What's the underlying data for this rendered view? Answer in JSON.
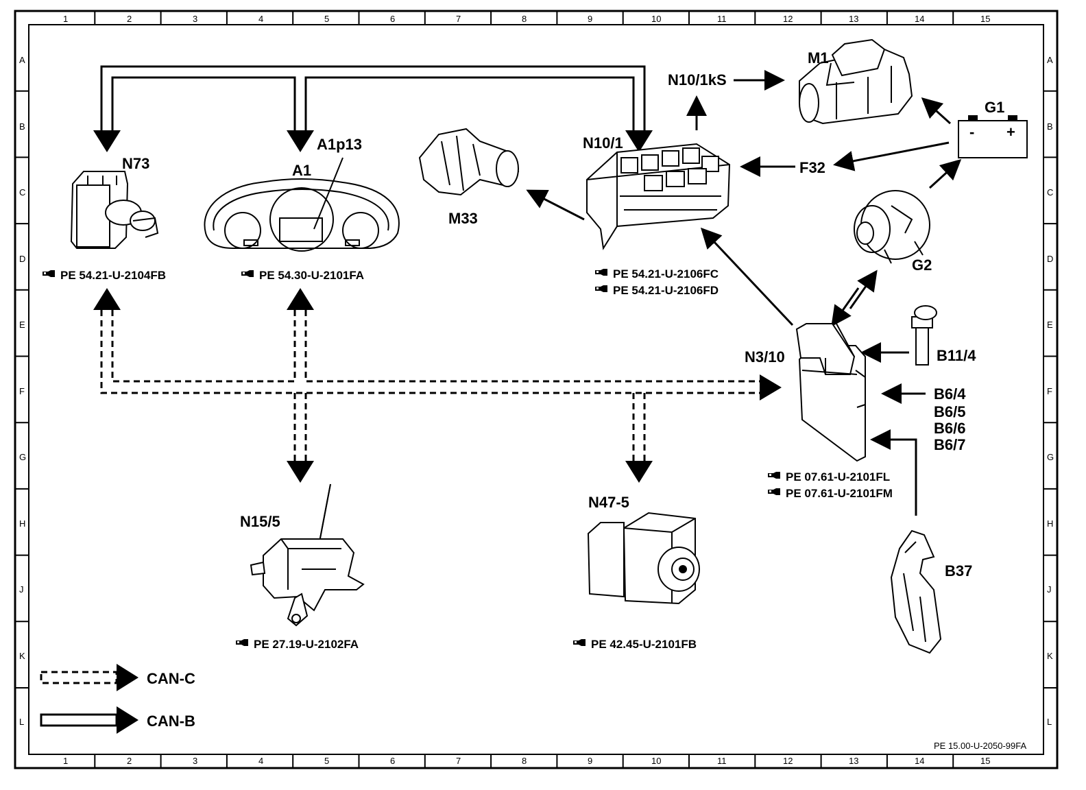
{
  "frame": {
    "columns": [
      "1",
      "2",
      "3",
      "4",
      "5",
      "6",
      "7",
      "8",
      "9",
      "10",
      "11",
      "12",
      "13",
      "14",
      "15"
    ],
    "rows": [
      "A",
      "B",
      "C",
      "D",
      "E",
      "F",
      "G",
      "H",
      "J",
      "K",
      "L"
    ],
    "doc_ref": "PE 15.00-U-2050-99FA"
  },
  "components": {
    "n73": {
      "label": "N73",
      "ref": "PE  54.21-U-2104FB"
    },
    "a1": {
      "label": "A1",
      "sub_label": "A1p13",
      "ref": "PE  54.30-U-2101FA"
    },
    "m33": {
      "label": "M33"
    },
    "n10_1": {
      "label": "N10/1",
      "ref1": "PE  54.21-U-2106FC",
      "ref2": "PE  54.21-U-2106FD"
    },
    "n10_1ks": {
      "label": "N10/1kS"
    },
    "m1": {
      "label": "M1"
    },
    "g1": {
      "label": "G1",
      "minus": "-",
      "plus": "+"
    },
    "f32": {
      "label": "F32"
    },
    "g2": {
      "label": "G2"
    },
    "b11_4": {
      "label": "B11/4"
    },
    "n3_10": {
      "label": "N3/10",
      "ref1": "PE  07.61-U-2101FL",
      "ref2": "PE  07.61-U-2101FM"
    },
    "b6": {
      "labels": [
        "B6/4",
        "B6/5",
        "B6/6",
        "B6/7"
      ]
    },
    "n15_5": {
      "label": "N15/5",
      "ref": "PE  27.19-U-2102FA"
    },
    "n47_5": {
      "label": "N47-5",
      "ref": "PE  42.45-U-2101FB"
    },
    "b37": {
      "label": "B37"
    }
  },
  "legend": {
    "can_c": "CAN-C",
    "can_b": "CAN-B"
  },
  "icons": {
    "ref_pointer": "pointing-hand-icon"
  }
}
